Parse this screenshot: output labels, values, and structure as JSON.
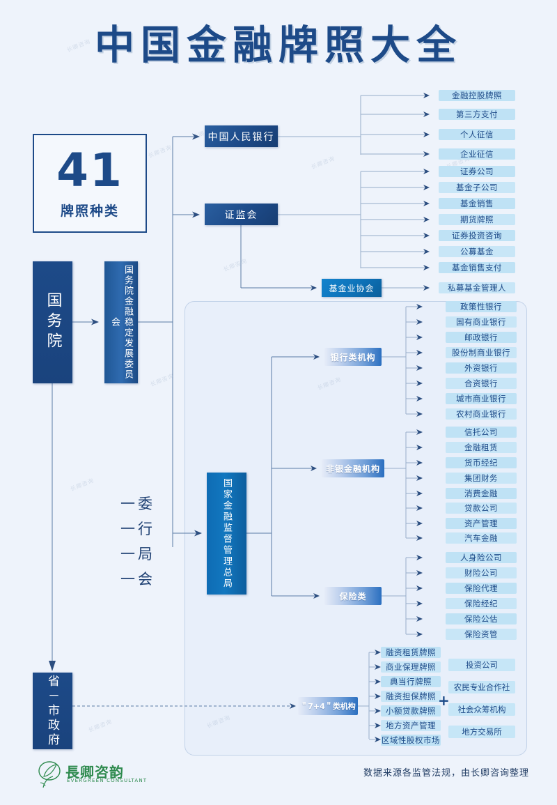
{
  "page": {
    "title": "中国金融牌照大全",
    "bg_color": "#eef3fb",
    "accent_dark": "#1d4a88",
    "accent_bright": "#0e72b8",
    "leaf_color": "#bfe2f5"
  },
  "count_card": {
    "number": "41",
    "label": "牌照种类"
  },
  "slogan": {
    "line1": "一委",
    "line2": "一行",
    "line3": "一局",
    "line4": "一会"
  },
  "authorities": {
    "state_council": "国务院",
    "fsdc": "国务院金融稳定发展委员会",
    "nfra": "国家金融监督管理总局",
    "local_gov": "省－市政府",
    "pboc": "中国人民银行",
    "csrc": "证监会",
    "amac": "基金业协会"
  },
  "branches": [
    {
      "key": "pboc",
      "parent": "中国人民银行",
      "leaves": [
        "金融控股牌照",
        "第三方支付",
        "个人征信",
        "企业征信"
      ]
    },
    {
      "key": "csrc",
      "parent": "证监会",
      "leaves": [
        "证券公司",
        "基金子公司",
        "基金销售",
        "期货牌照",
        "证券投资咨询",
        "公募基金",
        "基金销售支付"
      ]
    },
    {
      "key": "amac",
      "parent": "基金业协会",
      "leaves": [
        "私募基金管理人"
      ]
    },
    {
      "key": "bank",
      "parent": "银行类机构",
      "leaves": [
        "政策性银行",
        "国有商业银行",
        "邮政银行",
        "股份制商业银行",
        "外资银行",
        "合资银行",
        "城市商业银行",
        "农村商业银行"
      ]
    },
    {
      "key": "nonbank",
      "parent": "非银金融机构",
      "leaves": [
        "信托公司",
        "金融租赁",
        "货币经纪",
        "集团财务",
        "消费金融",
        "贷款公司",
        "资产管理",
        "汽车金融"
      ]
    },
    {
      "key": "insurance",
      "parent": "保险类",
      "leaves": [
        "人身险公司",
        "财险公司",
        "保险代理",
        "保险经纪",
        "保险公估",
        "保险资管"
      ]
    },
    {
      "key": "seven_plus_four",
      "parent": "＂7+4＂类机构",
      "leaves": [
        "融资租赁牌照",
        "商业保理牌照",
        "典当行牌照",
        "融资担保牌照",
        "小额贷款牌照",
        "地方资产管理",
        "区域性股权市场"
      ],
      "plus_sign": "+",
      "plus_leaves": [
        "投资公司",
        "农民专业合作社",
        "社会众筹机构",
        "地方交易所"
      ]
    }
  ],
  "footer": {
    "note": "数据来源各监管法规，由长卿咨询整理",
    "logo_text": "長卿咨韵",
    "logo_sub": "EVERGREEN CONSULTANT",
    "logo_color": "#2e8a4e"
  },
  "watermark": "长卿咨询"
}
